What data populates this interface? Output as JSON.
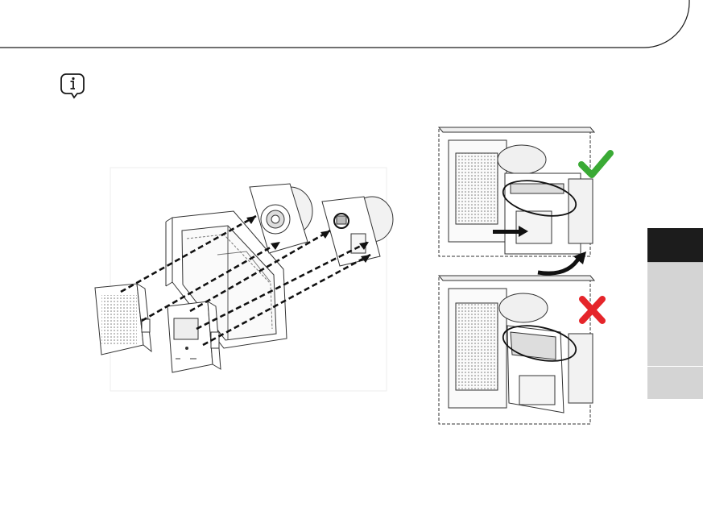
{
  "page": {
    "background": "#ffffff",
    "icons": {
      "info": "info-note-icon",
      "ok": "green-check-icon",
      "wrong": "red-cross-icon"
    },
    "colors": {
      "ok": "#3aaa35",
      "wrong": "#e5252a",
      "tab_active": "#1c1c1c",
      "tab_inactive": "#d4d4d4"
    }
  },
  "figures": {
    "left": "exploded-assembly",
    "right_top": "correct-removal",
    "right_bottom": "incorrect-removal"
  }
}
